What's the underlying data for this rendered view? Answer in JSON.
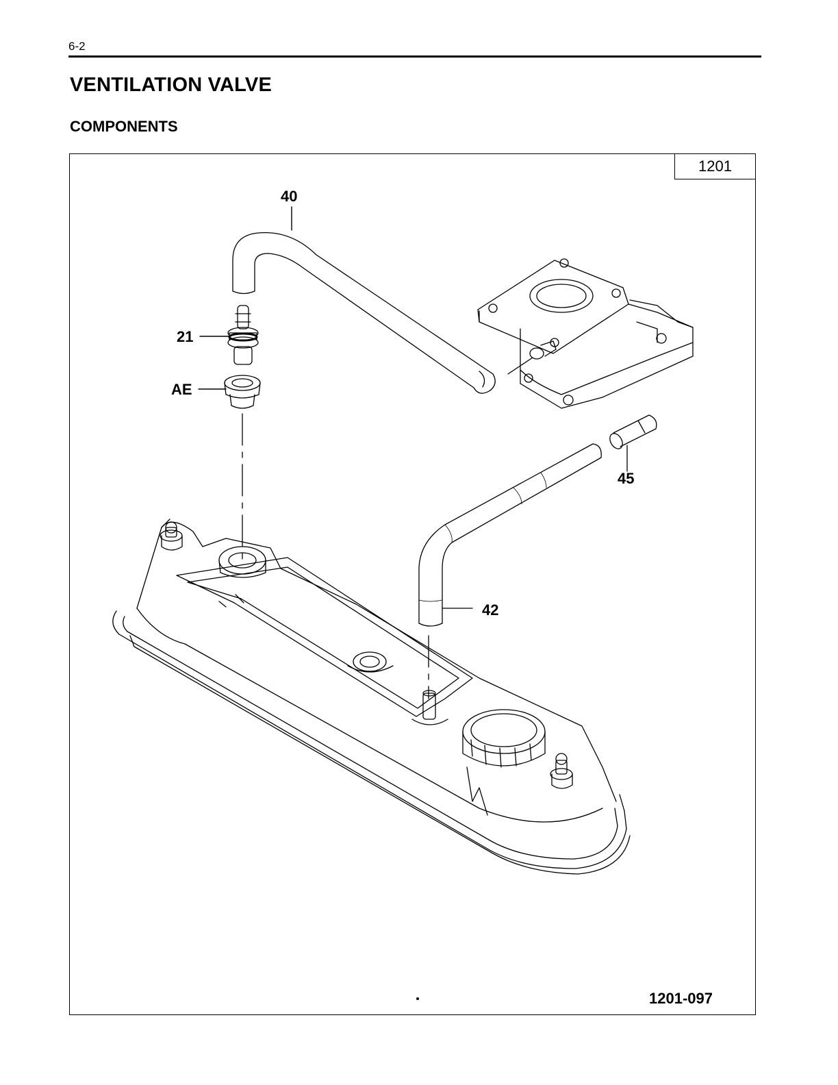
{
  "header": {
    "page_number": "6-2"
  },
  "section": {
    "title": "VENTILATION VALVE",
    "subtitle": "COMPONENTS"
  },
  "figure": {
    "group_number": "1201",
    "reference": "1201-097",
    "callouts": {
      "hose_upper": "40",
      "valve": "21",
      "grommet": "AE",
      "pipe": "45",
      "hose_lower": "42"
    }
  }
}
